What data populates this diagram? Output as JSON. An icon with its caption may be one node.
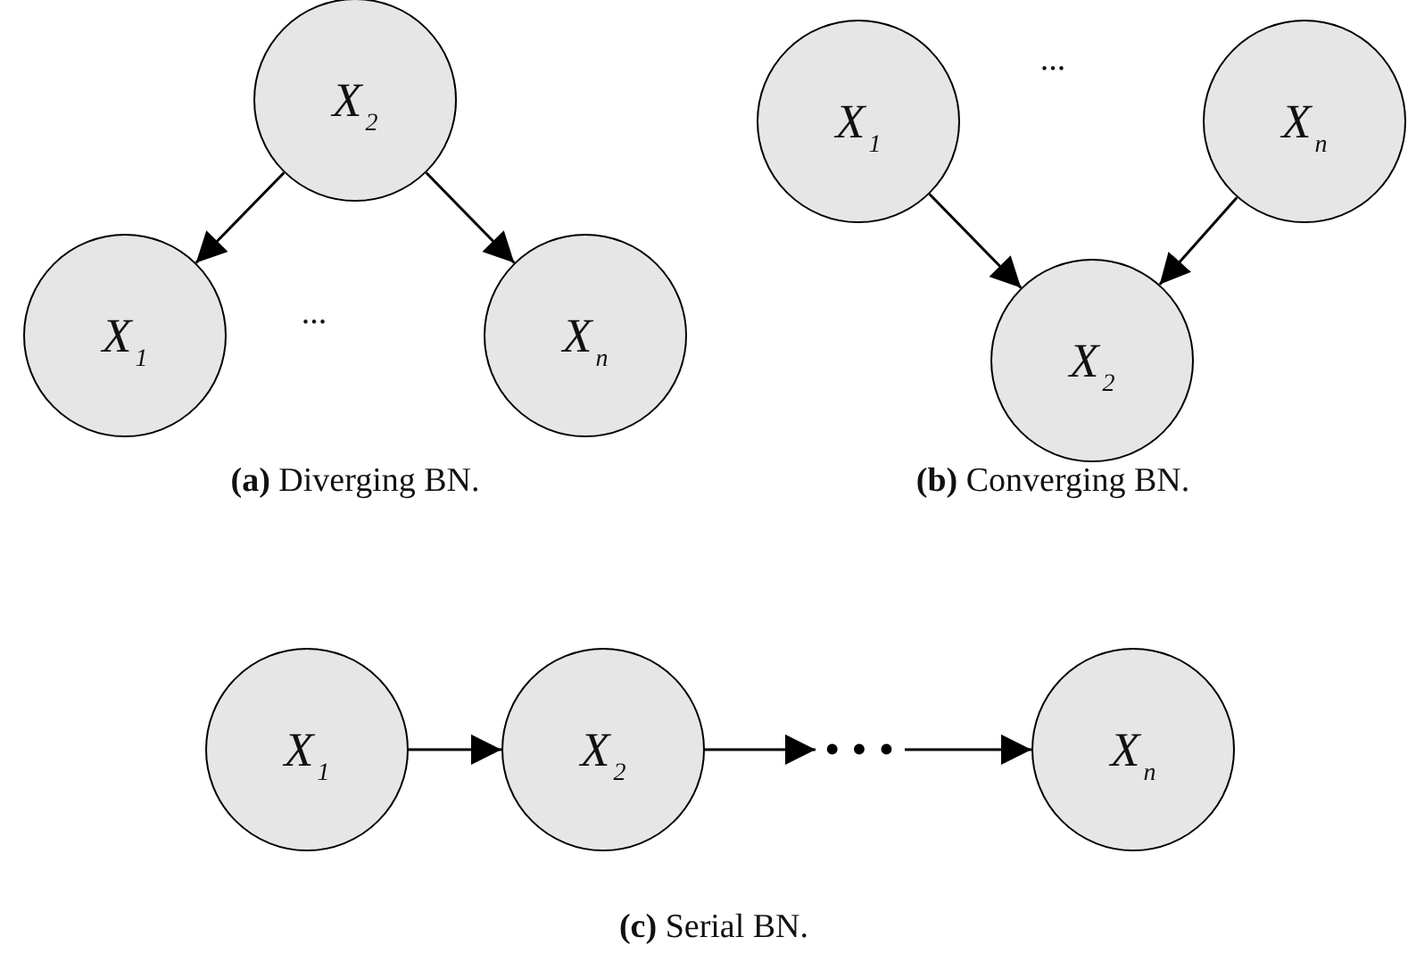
{
  "diagram": {
    "nodes": [
      {
        "text": [
          "X$_{2}$"
        ]
      },
      {
        "text": [
          "X$_{1}$"
        ]
      },
      {
        "text": [
          "X$_{n}$"
        ]
      },
      {
        "text": [
          "X$_{1}$"
        ]
      },
      {
        "text": [
          "X$_{n}$"
        ]
      },
      {
        "text": [
          "X$_{2}$"
        ]
      },
      {
        "text": [
          "X$_{1}$"
        ]
      },
      {
        "text": [
          "X$_{2}$"
        ]
      },
      {
        "text": [
          "• • •"
        ]
      },
      {
        "text": [
          "X$_{n}$"
        ]
      }
    ],
    "edges": [
      {
        "from": 0,
        "to": 1,
        "arrow": "to"
      },
      {
        "from": 0,
        "to": 2,
        "arrow": "to"
      },
      {
        "from": 3,
        "to": 5,
        "arrow": "to"
      },
      {
        "from": 4,
        "to": 5,
        "arrow": "to"
      },
      {
        "from": 6,
        "to": 7,
        "arrow": "to"
      },
      {
        "from": 7,
        "to": 8,
        "arrow": "to"
      },
      {
        "from": 8,
        "to": 9,
        "arrow": "to"
      }
    ],
    "labels": [
      "...",
      "...",
      "**(a)** Diverging BN.",
      "**(b)** Converging BN.",
      "**(c)** Serial BN."
    ]
  }
}
